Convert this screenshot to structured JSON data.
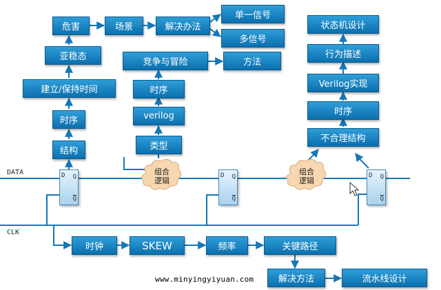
{
  "signals": {
    "data": "DATA",
    "clk": "CLK"
  },
  "left_column": [
    "结构",
    "时序",
    "建立/保持时间",
    "亚稳态",
    "危害"
  ],
  "top_chain": {
    "scene": "场景",
    "solution": "解决办法",
    "single": "单一信号",
    "multi": "多信号"
  },
  "middle_column": {
    "type": "类型",
    "verilog": "verilog",
    "timing": "时序",
    "race": "竞争与冒险",
    "method": "方法"
  },
  "right_column": {
    "bad_structure": "不合理结构",
    "timing": "时序",
    "verilog_impl": "Verilog实现",
    "behavior": "行为描述",
    "fsm": "状态机设计"
  },
  "bottom_chain": {
    "clock": "时钟",
    "skew": "SKEW",
    "freq": "频率",
    "critical_path": "关键路径",
    "solve": "解决方法",
    "pipeline": "流水线设计"
  },
  "cloud": {
    "line1": "组合",
    "line2": "逻辑"
  },
  "flipflop": {
    "d": "D",
    "q": "Q",
    "qbar": "Q"
  },
  "watermark": "www.minyingyiyuan.com"
}
